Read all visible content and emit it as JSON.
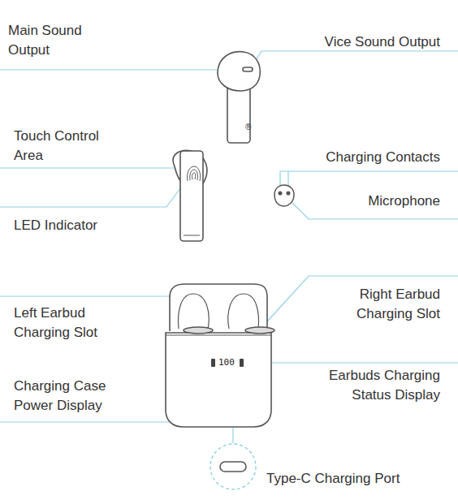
{
  "diagram": {
    "labels": [
      "Main Sound Output",
      "Vice Sound Output",
      "®",
      "Touch Control Area",
      "Charging Contacts",
      "Microphone",
      "LED Indicator",
      "Left Earbud Charging Slot",
      "Right Earbud Charging Slot",
      "100",
      "Charging Case Power Display",
      "Earbuds Charging Status Display",
      "Type-C Charging Port"
    ]
  }
}
